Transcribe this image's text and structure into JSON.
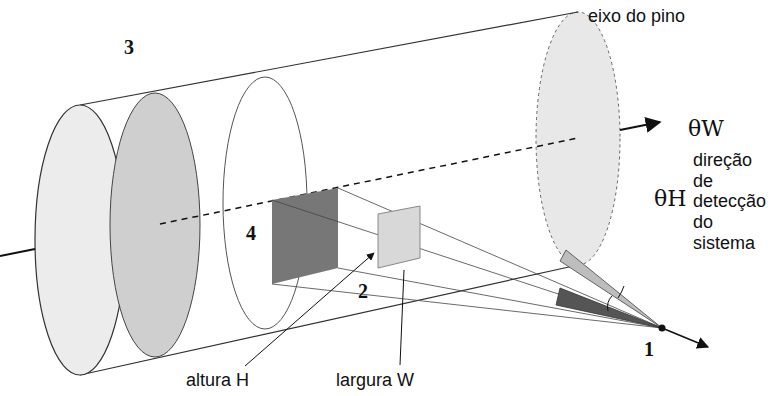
{
  "diagram": {
    "labels": [
      "eixo do pino",
      "3",
      "4",
      "2",
      "1",
      "altura H",
      "largura W",
      "θW",
      "θH",
      "direção de detecção do sistema"
    ]
  }
}
